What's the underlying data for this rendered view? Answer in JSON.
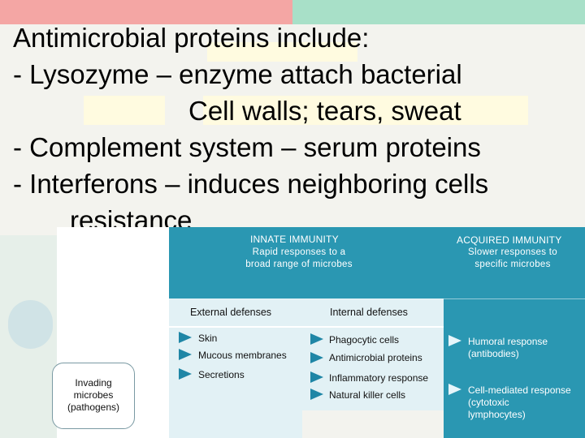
{
  "slide": {
    "line1": "Antimicrobial proteins include:",
    "line2": "- Lysozyme – enzyme attach bacterial",
    "line3": "Cell walls; tears, sweat",
    "line4": "- Complement system – serum proteins",
    "line5": "- Interferons – induces neighboring cells",
    "line6": "resistance"
  },
  "diagram": {
    "innate": {
      "title": "INNATE IMMUNITY",
      "subtitle_line1": "Rapid responses to a",
      "subtitle_line2": "broad range of microbes"
    },
    "acquired": {
      "title": "ACQUIRED IMMUNITY",
      "subtitle_line1": "Slower responses to",
      "subtitle_line2": "specific microbes"
    },
    "external": {
      "header": "External defenses",
      "items": [
        "Skin",
        "Mucous membranes",
        "Secretions"
      ]
    },
    "internal": {
      "header": "Internal defenses",
      "items": [
        "Phagocytic cells",
        "Antimicrobial proteins",
        "Inflammatory response",
        "Natural killer cells"
      ]
    },
    "acquired_items": {
      "humoral_line1": "Humoral response",
      "humoral_line2": "(antibodies)",
      "cell_line1": "Cell-mediated response",
      "cell_line2": "(cytotoxic",
      "cell_line3": "lymphocytes)"
    },
    "invading": {
      "line1": "Invading",
      "line2": "microbes",
      "line3": "(pathogens)"
    }
  },
  "colors": {
    "panel_blue": "#2a97b2",
    "panel_light": "#e2f1f5",
    "arrow": "#1f86a6"
  }
}
